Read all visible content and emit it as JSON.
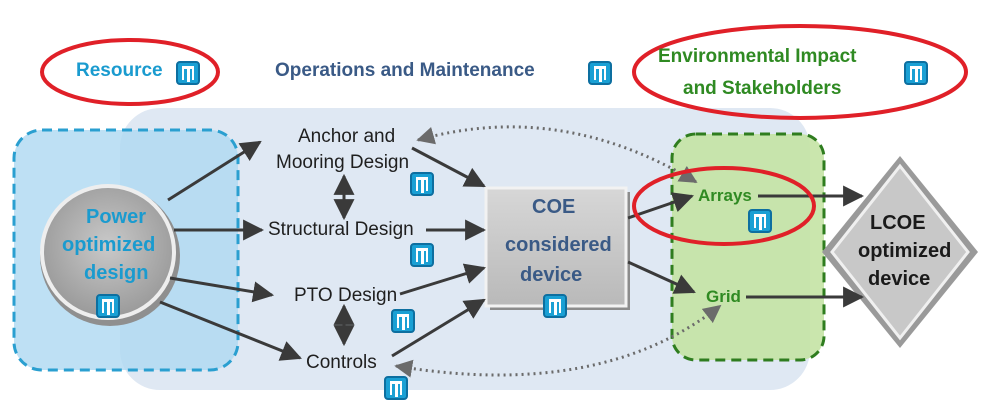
{
  "resource": "Resource",
  "ops_maintenance": "Operations and Maintenance",
  "env_impact": {
    "line1": "Environmental Impact",
    "line2": "and Stakeholders"
  },
  "power_optimized": {
    "line1": "Power",
    "line2": "optimized",
    "line3": "design"
  },
  "anchor_mooring": {
    "line1": "Anchor and",
    "line2": "Mooring Design"
  },
  "structural_design": "Structural Design",
  "pto_design": "PTO Design",
  "controls": "Controls",
  "coe_device": {
    "line1": "COE",
    "line2": "considered",
    "line3": "device"
  },
  "arrays": "Arrays",
  "grid": "Grid",
  "lcoe_device": {
    "line1": "LCOE",
    "line2": "optimized",
    "line3": "device"
  },
  "icon": "sandia-thunderbird-icon",
  "colors": {
    "teal": "#1a9bcf",
    "green": "#2f8a22",
    "slate": "#3a5a86",
    "highlight_red": "#e02028",
    "panel_blue": "#dfe8f3",
    "green_fill": "#c4e3a4"
  }
}
